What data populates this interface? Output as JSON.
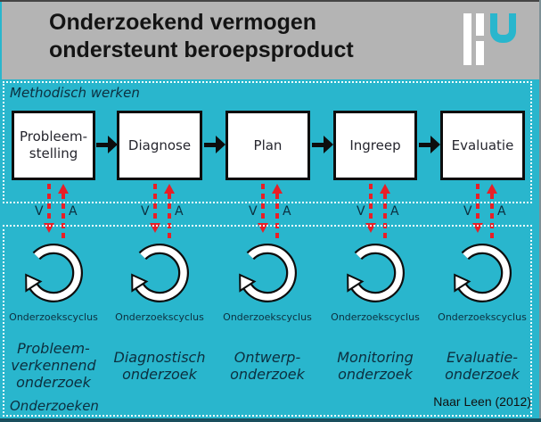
{
  "header": {
    "title": "Onderzoekend vermogen\nondersteunt beroepsproduct",
    "logo": "HU-logo"
  },
  "regions": {
    "top_label": "Methodisch werken",
    "bottom_label": "Onderzoeken"
  },
  "process_steps": [
    "Probleem-\nstelling",
    "Diagnose",
    "Plan",
    "Ingreep",
    "Evaluatie"
  ],
  "va_labels": {
    "v": "V",
    "a": "A"
  },
  "cycle_label": "Onderzoekscyclus",
  "research_types": [
    "Probleem-\nverkennend\nonderzoek",
    "Diagnostisch\nonderzoek",
    "Ontwerp-\nonderzoek",
    "Monitoring\nonderzoek",
    "Evaluatie-\nonderzoek"
  ],
  "attribution": "Naar Leen (2012)",
  "colors": {
    "background_cyan": "#29b6cd",
    "header_gray": "#b4b4b4",
    "arrow_red": "#e81f27",
    "box_border_black": "#0d0d0d",
    "dotted_border_white": "#f0feff",
    "label_navy": "#0c2f3f"
  }
}
